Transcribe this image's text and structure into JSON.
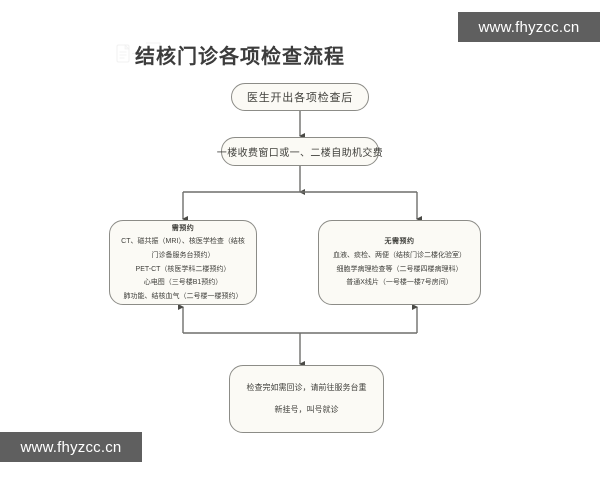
{
  "title": "结核门诊各项检查流程",
  "watermarks": {
    "top": "www.fhyzcc.cn",
    "bottom": "www.fhyzcc.cn"
  },
  "colors": {
    "node_fill": "#fbfaf5",
    "node_border": "#8c8c87",
    "connector": "#6f6f6b",
    "text": "#40403c",
    "watermark_bg": "#5f5f5f",
    "watermark_text": "#ffffff"
  },
  "chart_data": {
    "type": "flowchart",
    "orientation": "top-to-bottom",
    "nodes": [
      {
        "id": "doctor",
        "label": "医生开出各项检查后",
        "lines": [
          "医生开出各项检查后"
        ]
      },
      {
        "id": "payment",
        "label": "一楼收费窗口或一、二楼自助机交费",
        "lines": [
          "一楼收费窗口或一、二楼自助机交费"
        ]
      },
      {
        "id": "appointment",
        "heading": "需预约",
        "lines": [
          "CT、磁共振（MRI）、核医学检查（结核",
          "门诊备服务台预约）",
          "PET-CT（核医学科二楼预约）",
          "心电图（三号楼B1预约）",
          "肺功能、结核血气（二号楼一楼预约）"
        ]
      },
      {
        "id": "no_appointment",
        "heading": "无需预约",
        "lines": [
          "血液、痰检、两便（结核门诊二楼化验室）",
          "细胞学病理检查等（二号楼四楼病理科）",
          "普通X线片（一号楼一楼7号房间）"
        ]
      },
      {
        "id": "return",
        "lines": [
          "检查完如需回诊，请前往服务台重",
          "新挂号，叫号就诊"
        ]
      }
    ],
    "edges": [
      {
        "from": "doctor",
        "to": "payment",
        "style": "arrow-down"
      },
      {
        "from": "payment",
        "to": "appointment",
        "style": "split-arrow-down"
      },
      {
        "from": "payment",
        "to": "no_appointment",
        "style": "split-arrow-down"
      },
      {
        "from": "appointment",
        "to": "return",
        "style": "merge-arrow"
      },
      {
        "from": "no_appointment",
        "to": "return",
        "style": "merge-arrow"
      }
    ]
  }
}
